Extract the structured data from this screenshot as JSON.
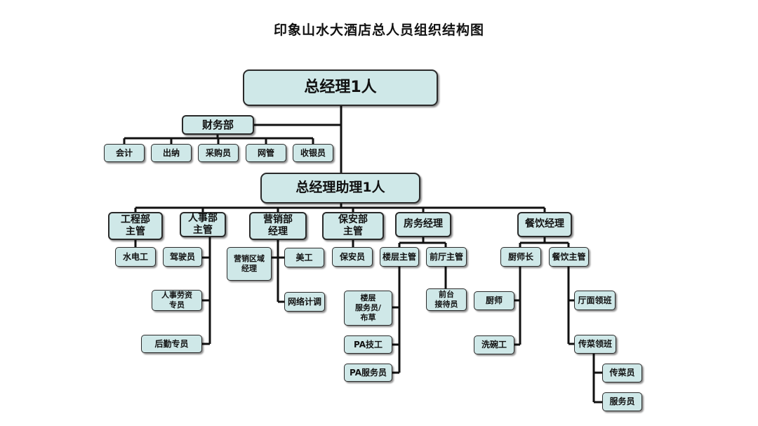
{
  "title": "印象山水大酒店总人员组织结构图",
  "nodes": {
    "gm": "总经理1人",
    "finance": "财务部",
    "accountant": "会计",
    "cashier": "出纳",
    "purchaser": "采购员",
    "network_admin": "网管",
    "teller": "收银员",
    "gm_assistant": "总经理助理1人",
    "engineering_head": "工程部\n主管",
    "hr_head": "人事部\n主管",
    "marketing_manager": "营销部\n经理",
    "security_head": "保安部\n主管",
    "rooms_manager": "房务经理",
    "fb_manager": "餐饮经理",
    "electrician": "水电工",
    "driver": "驾驶员",
    "hr_payroll": "人事劳资\n专员",
    "logistics": "后勤专员",
    "regional_sales": "营销区域\n经理",
    "artist": "美工",
    "online_planner": "网络计调",
    "guard": "保安员",
    "floor_head": "楼层主管",
    "front_desk_head": "前厅主管",
    "floor_attendant": "楼层\n服务员/\n布草",
    "pa_tech": "PA技工",
    "pa_attendant": "PA服务员",
    "receptionist": "前台\n接待员",
    "head_chef": "厨师长",
    "dining_head": "餐饮主管",
    "chef": "厨师",
    "dishwasher": "洗碗工",
    "hall_captain": "厅面领班",
    "runner_captain": "传菜领班",
    "runner": "传菜员",
    "waiter": "服务员"
  }
}
